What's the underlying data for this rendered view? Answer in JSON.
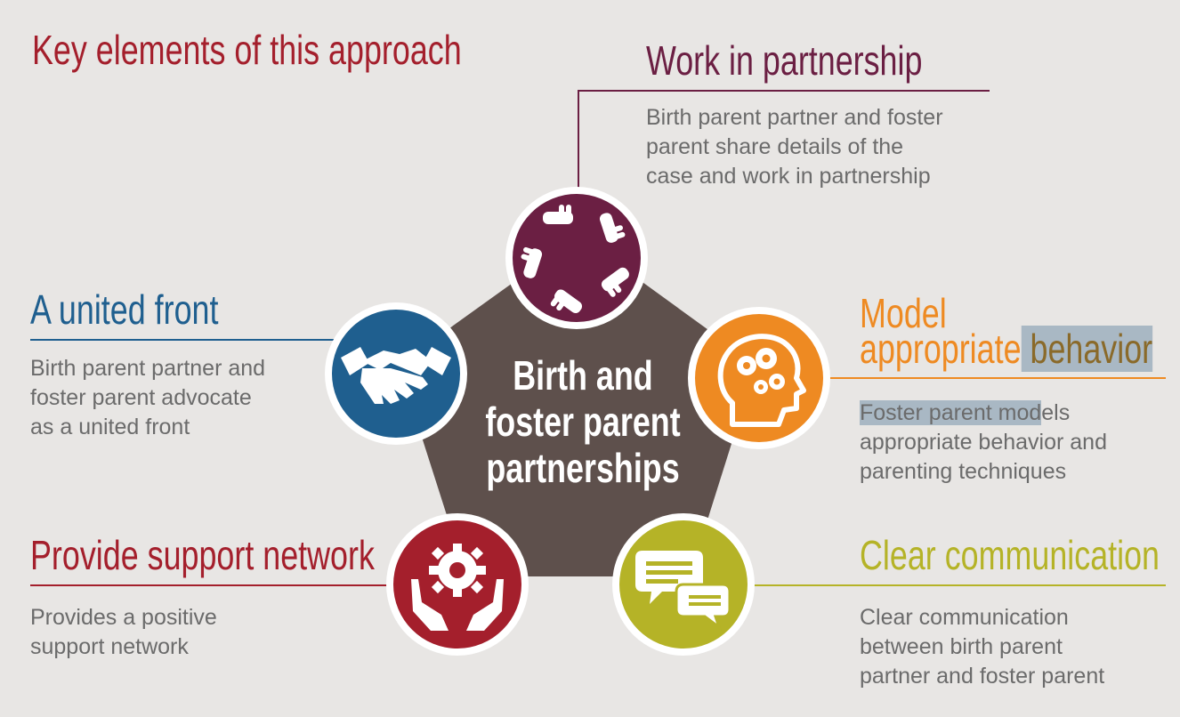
{
  "title": "Key elements of this approach",
  "center": {
    "line1": "Birth and",
    "line2": "foster parent",
    "line3": "partnerships"
  },
  "elements": {
    "work": {
      "heading": "Work in partnership",
      "lines": [
        "Birth parent partner and foster",
        "parent share details of the",
        "case and work in partnership"
      ],
      "color": "#6b1f43",
      "icon": "hands-circle-icon"
    },
    "united": {
      "heading": "A united front",
      "lines": [
        "Birth parent partner and",
        "foster parent advocate",
        "as a united front"
      ],
      "color": "#1f5f8f",
      "icon": "handshake-icon"
    },
    "model": {
      "heading_line1": "Model",
      "heading_line2a": "appropriate",
      "heading_line2b": " behavior",
      "line1a": "Foster parent mod",
      "line1b": "els",
      "line2": "appropriate behavior and",
      "line3": "parenting techniques",
      "color": "#ee8a22",
      "icon": "head-gears-icon"
    },
    "support": {
      "heading": "Provide support network",
      "lines": [
        "Provides a positive",
        "support network"
      ],
      "color": "#a41f2c",
      "icon": "hands-gear-icon"
    },
    "communication": {
      "heading": "Clear communication",
      "lines": [
        "Clear communication",
        "between birth parent",
        "partner and foster parent"
      ],
      "color": "#b5b327",
      "icon": "speech-bubbles-icon"
    }
  },
  "pentagon_color": "#5e504c"
}
